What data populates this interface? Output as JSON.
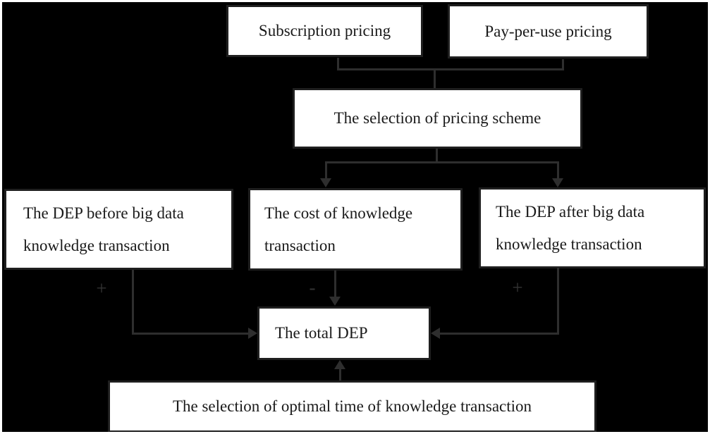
{
  "diagram": {
    "type": "flowchart",
    "colors": {
      "background": "#000000",
      "frame": "#ffffff",
      "box_fill": "#ffffff",
      "box_border": "#1f1f1f",
      "text": "#1a1a1a",
      "line": "#2e2e2e",
      "sign": "#333333"
    },
    "nodes": {
      "subscription": {
        "label": "Subscription pricing"
      },
      "pay_per_use": {
        "label": "Pay-per-use pricing"
      },
      "pricing_scheme": {
        "label": "The selection of pricing scheme"
      },
      "dep_before": {
        "label": "The DEP before big data\nknowledge transaction"
      },
      "cost": {
        "label": "The cost of knowledge\ntransaction"
      },
      "dep_after": {
        "label": "The DEP after big data\nknowledge transaction"
      },
      "total_dep": {
        "label": "The total DEP"
      },
      "optimal_time": {
        "label": "The selection of optimal time of knowledge transaction"
      }
    },
    "signs": {
      "dep_before_to_total": "+",
      "cost_to_total": "-",
      "dep_after_to_total": "+"
    }
  }
}
